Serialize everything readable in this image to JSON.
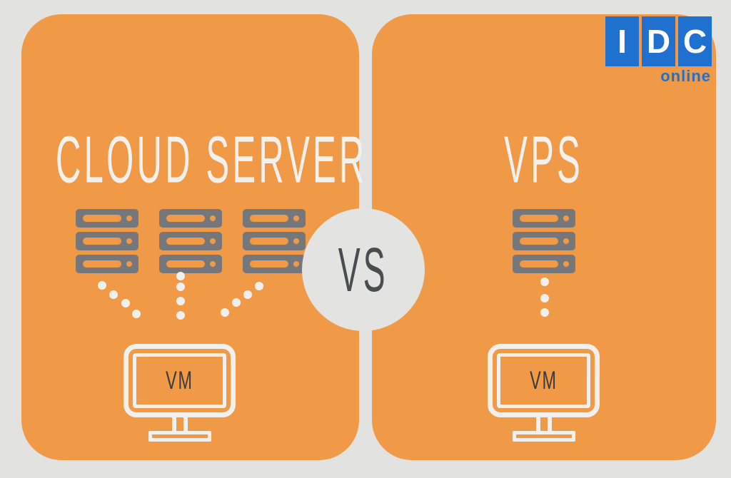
{
  "logo": {
    "letters": [
      "I",
      "D",
      "C"
    ],
    "subtext": "online",
    "blue": "#2070d0"
  },
  "left_panel": {
    "title": "CLOUD SERVER",
    "server_stack_count": 3,
    "monitor_label": "VM"
  },
  "right_panel": {
    "title": "VPS",
    "server_stack_count": 1,
    "monitor_label": "VM"
  },
  "vs_badge": {
    "label": "VS"
  },
  "icons": {
    "server_stack": "server-rack-icon",
    "monitor": "vm-monitor-icon",
    "connector": "dotted-line-connector"
  },
  "colors": {
    "background": "#e2e2e1",
    "panel_orange": "#f09a47",
    "server_gray": "#76777a",
    "text_white": "#f2f1ee",
    "vs_text": "#4b4c4f",
    "vm_text": "#3a3a3c",
    "logo_blue": "#2070d0"
  }
}
